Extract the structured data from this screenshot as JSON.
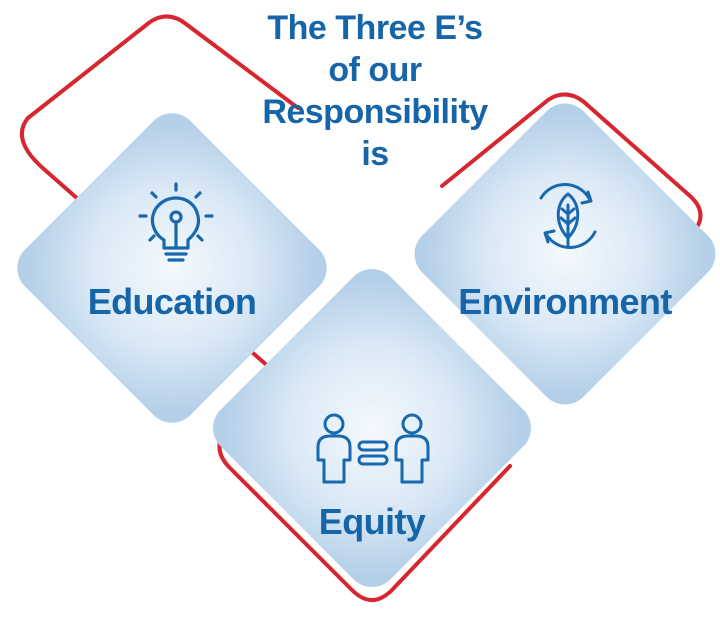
{
  "title": {
    "lines": [
      "The Three E’s",
      "of our",
      "Responsibility",
      "is"
    ]
  },
  "tiles": [
    {
      "label": "Education",
      "icon": "lightbulb-icon"
    },
    {
      "label": "Environment",
      "icon": "leaf-cycle-icon"
    },
    {
      "label": "Equity",
      "icon": "people-equal-icon"
    }
  ],
  "colors": {
    "text": "#1565a8",
    "icon": "#1768ad",
    "outline": "#d62630",
    "tile_light": "#f4f9fd",
    "tile_dark": "#b4cfe8"
  }
}
